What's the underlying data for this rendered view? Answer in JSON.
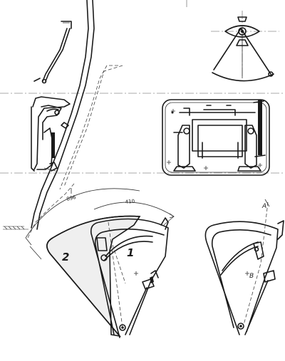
{
  "labels": {
    "dim_outer": "896",
    "dim_inner": "410",
    "part_two": "2",
    "part_one": "1",
    "marker_a": "A",
    "marker_b": "B"
  }
}
